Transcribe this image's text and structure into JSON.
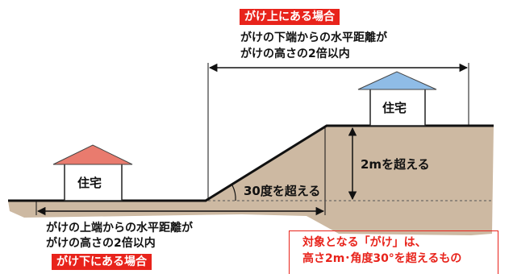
{
  "labels": {
    "upper_case_tag": "がけ上にある場合",
    "upper_rule_line1": "がけの下端からの水平距離が",
    "upper_rule_line2": "がけの高さの2倍以内",
    "lower_case_tag": "がけ下にある場合",
    "lower_rule_line1": "がけの上端からの水平距離が",
    "lower_rule_line2": "がけの高さの2倍以内",
    "house_upper": "住宅",
    "house_lower": "住宅",
    "height_label": "2mを超える",
    "angle_label": "30度を超える",
    "note_line1": "対象となる「がけ」は、",
    "note_line2": "高さ2m･角度30°を超えるもの"
  },
  "colors": {
    "ground": "#cdb9a2",
    "red": "#e8231b",
    "roof_upper": "#8fbce6",
    "roof_lower": "#e97b6e"
  }
}
